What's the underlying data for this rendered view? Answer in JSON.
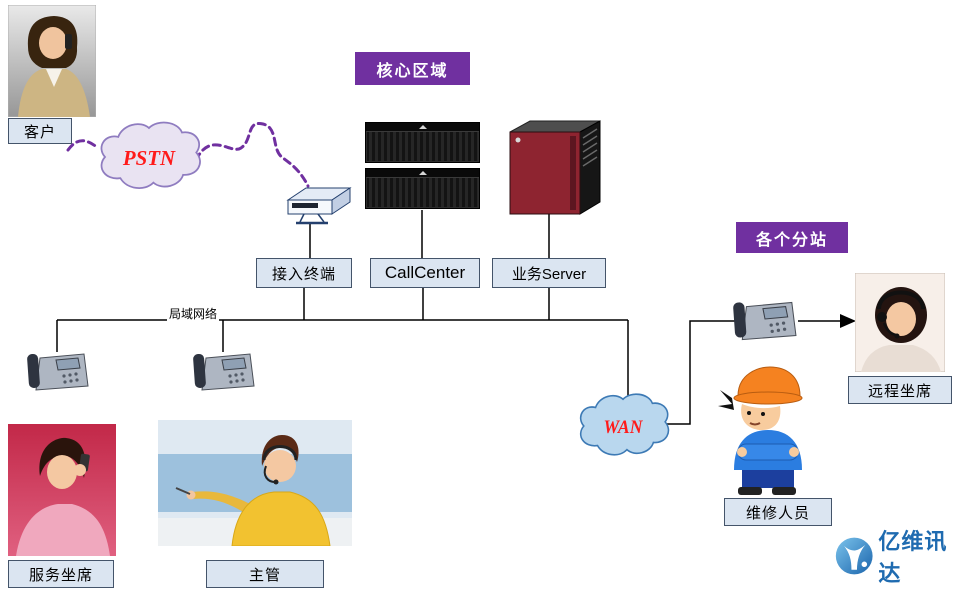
{
  "banners": {
    "core_area": "核心区域",
    "substations": "各个分站"
  },
  "clouds": {
    "pstn": "PSTN",
    "wan": "WAN"
  },
  "labels": {
    "customer": "客户",
    "access_terminal": "接入终端",
    "callcenter": "CallCenter",
    "business_server": "业务Server",
    "lan": "局域网络",
    "remote_agent": "远程坐席",
    "maintenance_staff": "维修人员",
    "service_agent": "服务坐席",
    "supervisor": "主管"
  },
  "logo": {
    "brand": "亿维讯达"
  },
  "colors": {
    "banner_purple": "#7030a0",
    "label_box_bg": "#dbe5f1",
    "pstn_cloud_fill": "#e9e3f2",
    "pstn_cloud_stroke": "#8f7cc0",
    "wan_cloud_fill": "#b9d7ee",
    "wan_cloud_stroke": "#3d7ab5",
    "cloud_text_red": "#ff1a1a",
    "dashed_line_purple": "#7030a0",
    "connector_black": "#000000",
    "server_tower_red": "#8e2430",
    "logo_blue": "#1f6bb0"
  }
}
